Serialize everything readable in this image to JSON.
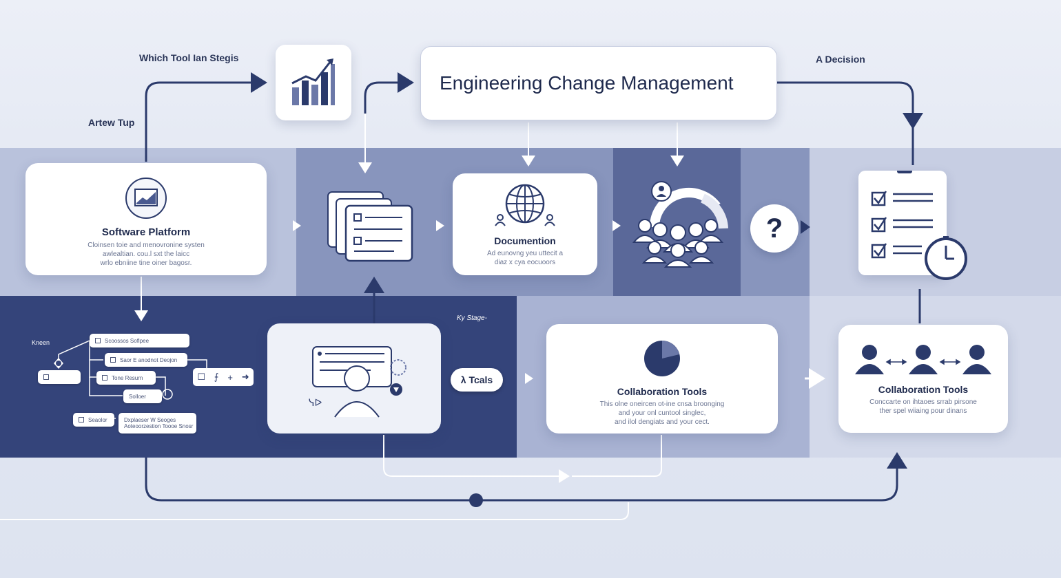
{
  "title": "Engineering Change Management",
  "labels": {
    "which_tool": "Which Tool Ian Stegis",
    "arrow_tip": "Artew Tup",
    "decision": "A Decision",
    "key_steps": "Ky Stage-"
  },
  "cards": {
    "software": {
      "title": "Software Platform",
      "desc": "Cloinsen toie and menovronine systen\nawlealtian. cou.l sxt the laicc\nwrlo ebniine tine oiner bagosr."
    },
    "documentation": {
      "title": "Documention",
      "desc": "Ad eunovng yeu uttecit a\ndiaz x cya eocuoors"
    },
    "collab_center": {
      "title": "Collaboration Tools",
      "desc": "This olne oneircen ot-ine cnsa broonging\nand your onl cuntool singlec,\nand ilol dengiats and your cect."
    },
    "collab_right": {
      "title": "Collaboration Tools",
      "desc": "Conccarte on ihtaoes srrab pirsone\nther spel wiiaing pour dinans"
    }
  },
  "tools_bubble": "λ Tcals",
  "question_mark": "?",
  "flow_items": [
    "Kneen",
    "Scoossos Soflpee",
    "Saor E anodnot Deojon",
    "Tone Resurn",
    "Solloer",
    "Seaolor",
    "Dxplaeser W Seoges",
    "Aoteoorzestion Toooe Snosr"
  ],
  "colors": {
    "navy": "#2f3f70",
    "mid_band": "#8592bb",
    "light_band": "#b4bdd8",
    "line": "#2b3a6b",
    "accent_white": "#ffffff"
  }
}
